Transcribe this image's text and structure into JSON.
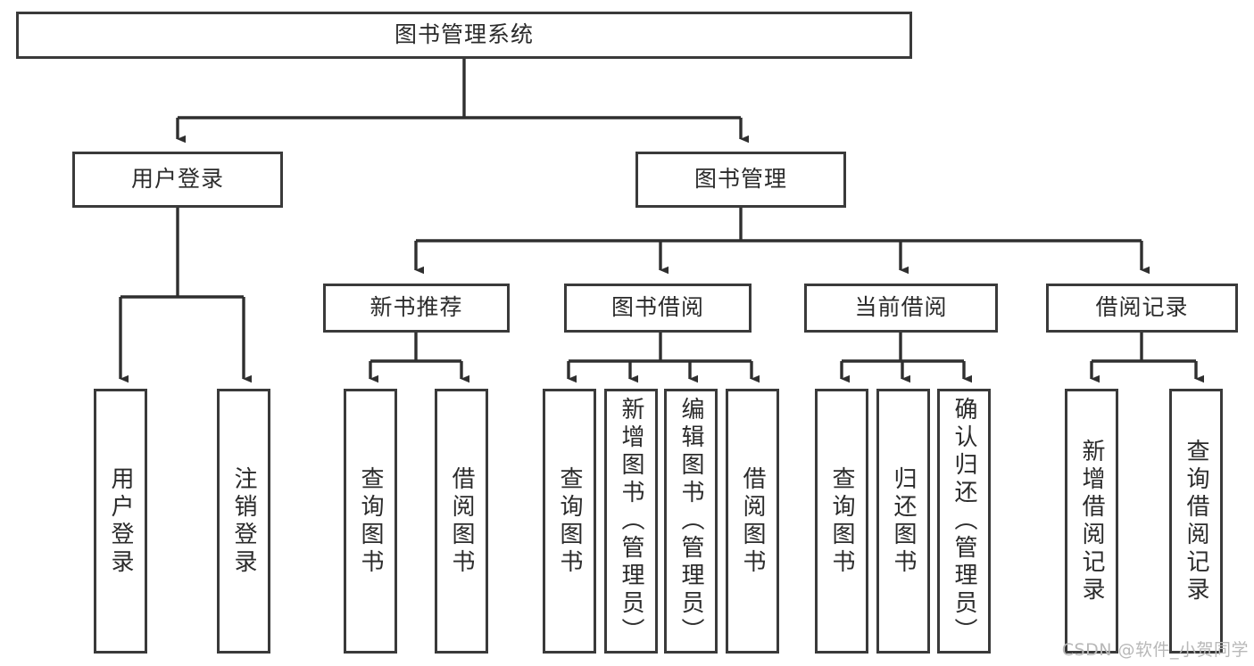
{
  "diagram": {
    "title": "图书管理系统",
    "type": "tree-hierarchy-chart",
    "orientation": "top-down",
    "style": {
      "box_border_color": "#3a3a3a",
      "box_fill_color": "#ffffff",
      "connector_color": "#2f2f2f",
      "text_color": "#2b2b2b",
      "background": "#ffffff"
    },
    "root": {
      "id": "root",
      "label": "图书管理系统"
    },
    "level2": [
      {
        "id": "user-login",
        "label": "用户登录"
      },
      {
        "id": "book-manage",
        "label": "图书管理"
      }
    ],
    "level3": [
      {
        "id": "new-book-recommend",
        "label": "新书推荐",
        "parent": "book-manage"
      },
      {
        "id": "book-borrow",
        "label": "图书借阅",
        "parent": "book-manage"
      },
      {
        "id": "current-borrow",
        "label": "当前借阅",
        "parent": "book-manage"
      },
      {
        "id": "borrow-record",
        "label": "借阅记录",
        "parent": "book-manage"
      }
    ],
    "leaves": {
      "user_login": [
        {
          "id": "leaf-user-login",
          "label": "用户登录"
        },
        {
          "id": "leaf-logout",
          "label": "注销登录"
        }
      ],
      "new_book_recommend": [
        {
          "id": "leaf-query-book-1",
          "label": "查询图书"
        },
        {
          "id": "leaf-borrow-book-1",
          "label": "借阅图书"
        }
      ],
      "book_borrow": [
        {
          "id": "leaf-query-book-2",
          "label": "查询图书"
        },
        {
          "id": "leaf-add-book",
          "label": "新增图书（管理员）"
        },
        {
          "id": "leaf-edit-book",
          "label": "编辑图书（管理员）"
        },
        {
          "id": "leaf-borrow-book-2",
          "label": "借阅图书"
        }
      ],
      "current_borrow": [
        {
          "id": "leaf-query-book-3",
          "label": "查询图书"
        },
        {
          "id": "leaf-return-book",
          "label": "归还图书"
        },
        {
          "id": "leaf-confirm-return",
          "label": "确认归还（管理员）"
        }
      ],
      "borrow_record": [
        {
          "id": "leaf-add-record",
          "label": "新增借阅记录"
        },
        {
          "id": "leaf-query-record",
          "label": "查询借阅记录"
        }
      ]
    }
  },
  "watermark": {
    "text": "CSDN @软件_小贺同学"
  }
}
